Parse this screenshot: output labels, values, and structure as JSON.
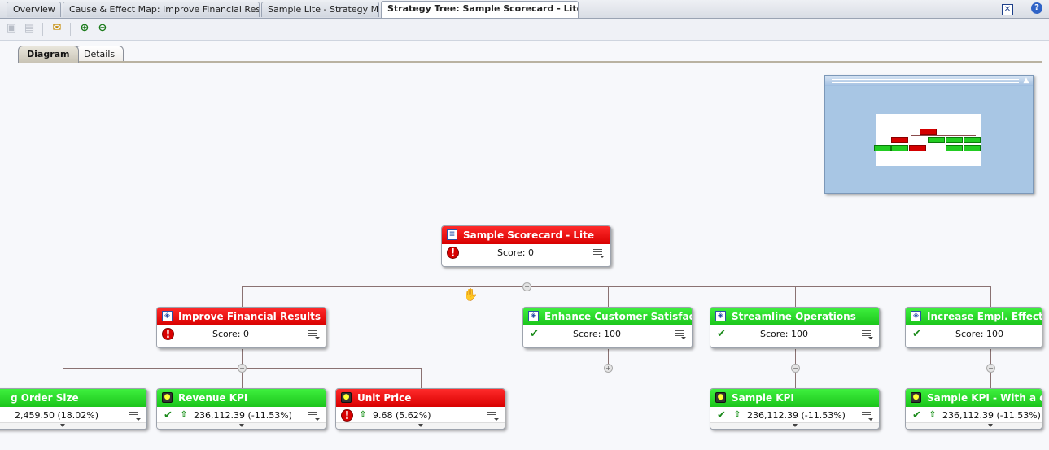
{
  "doc_tabs": [
    {
      "label": "Overview"
    },
    {
      "label": "Cause & Effect Map: Improve Financial Results"
    },
    {
      "label": "Sample Lite - Strategy Map"
    },
    {
      "label": "Strategy Tree: Sample Scorecard - Lite"
    }
  ],
  "toolbar": {
    "save": "save-icon",
    "save_as": "save-as-icon",
    "options": "options-icon",
    "zoom_in": "zoom-in-icon",
    "zoom_out": "zoom-out-icon"
  },
  "sub_tabs": {
    "diagram": "Diagram",
    "details": "Details"
  },
  "colors": {
    "red_header": "#d80000",
    "green_header": "#1bc41b",
    "overview_bg": "#a8c6e4"
  },
  "nodes": {
    "root": {
      "title": "Sample Scorecard - Lite",
      "value": "Score: 0",
      "status": "warning",
      "icon": "scorecard-icon"
    },
    "financial": {
      "title": "Improve Financial Results",
      "value": "Score: 0",
      "status": "warning",
      "icon": "objective-icon"
    },
    "customer": {
      "title": "Enhance Customer Satisfaction",
      "value": "Score: 100",
      "status": "ok",
      "icon": "objective-icon"
    },
    "operations": {
      "title": "Streamline Operations",
      "value": "Score: 100",
      "status": "ok",
      "icon": "objective-icon"
    },
    "employee": {
      "title": "Increase Empl. Effectivene",
      "value": "Score: 100",
      "status": "ok",
      "icon": "objective-icon"
    },
    "order_size": {
      "title": "g Order Size",
      "value": "2,459.50 (18.02%)",
      "status": "ok",
      "icon": "kpi-icon"
    },
    "revenue": {
      "title": "Revenue KPI",
      "value": "236,112.39 (-11.53%)",
      "status": "ok",
      "trend": "up",
      "icon": "kpi-icon"
    },
    "unit_price": {
      "title": "Unit Price",
      "value": "9.68 (5.62%)",
      "status": "warning",
      "trend": "up",
      "icon": "kpi-icon"
    },
    "sample_kpi": {
      "title": "Sample KPI",
      "value": "236,112.39 (-11.53%)",
      "status": "ok",
      "trend": "up",
      "icon": "kpi-icon"
    },
    "sample_kpi_diff": {
      "title": "Sample KPI - With a differ",
      "value": "236,112.39 (-11.53%)",
      "status": "ok",
      "trend": "up",
      "icon": "kpi-icon"
    }
  }
}
